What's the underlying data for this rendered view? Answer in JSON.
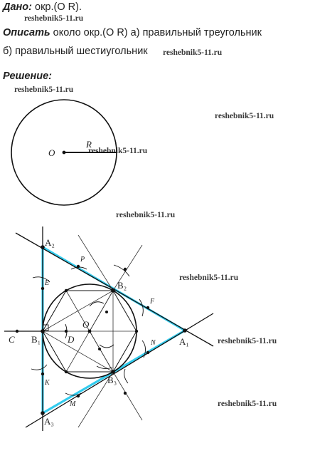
{
  "given": {
    "label": "Дано:",
    "text": " окр.(O  R)."
  },
  "task": {
    "label": "Описать",
    "text_a": " около окр.(O  R)  а) правильный треугольник",
    "text_b": "б) правильный шестиугольник"
  },
  "solution_label": "Решение:",
  "watermark": "reshebnik5-11.ru",
  "figure1": {
    "center": "O",
    "radius": "R"
  },
  "figure2": {
    "labels": {
      "A2": "A₂",
      "A1": "A₁",
      "A3": "A₃",
      "B1": "B₁",
      "B2": "B₂",
      "B3": "B₃",
      "O": "O",
      "C": "C",
      "D": "D",
      "P": "P",
      "E": "E",
      "F": "F",
      "N": "N",
      "K": "K",
      "M": "M"
    }
  },
  "colors": {
    "highlight": "#33ccee",
    "ink": "#111111"
  }
}
